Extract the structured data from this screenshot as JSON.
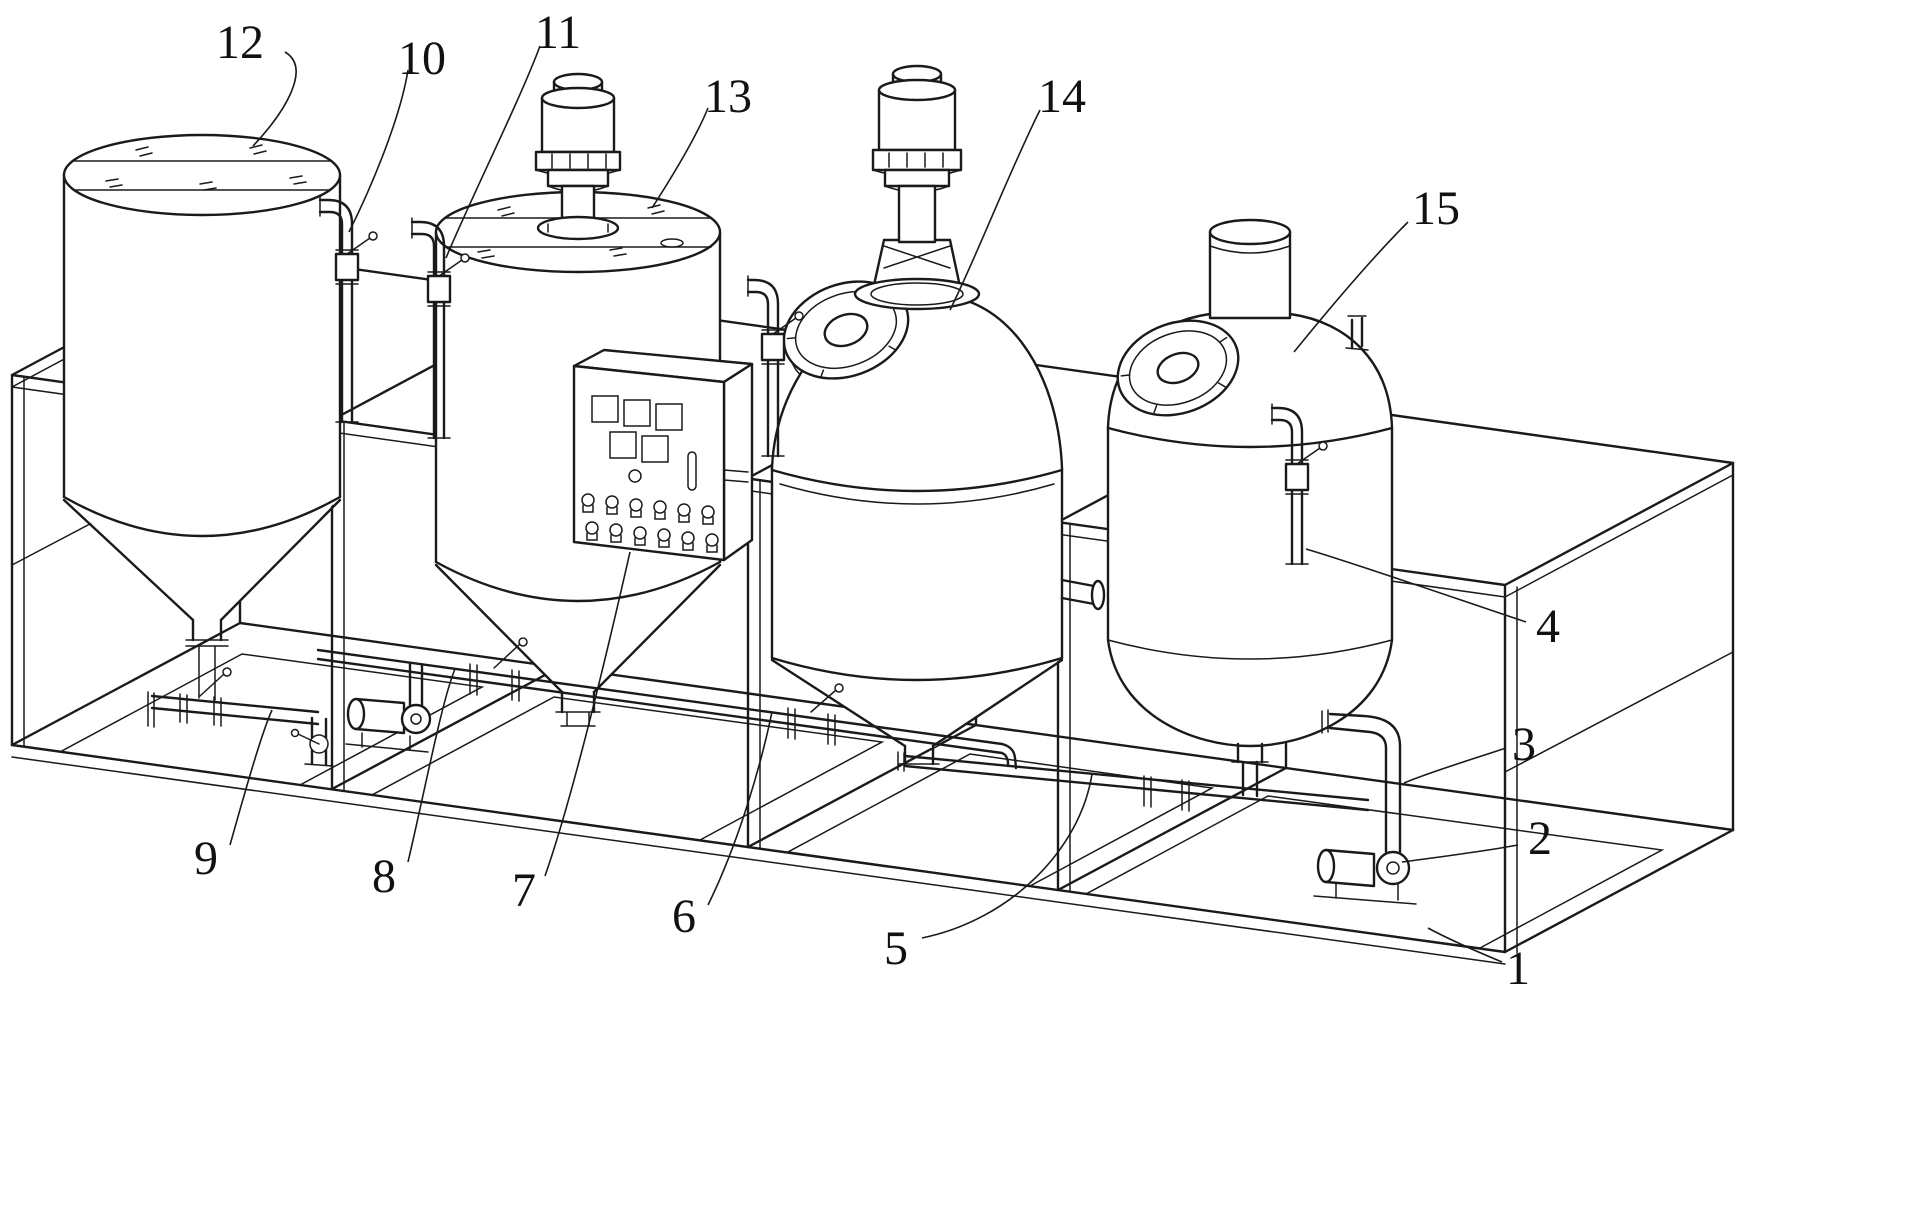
{
  "figure": {
    "background": "#ffffff",
    "line_color": "#1a1a1a",
    "label_color": "#111111"
  },
  "callouts": {
    "c1": "1",
    "c2": "2",
    "c3": "3",
    "c4": "4",
    "c5": "5",
    "c6": "6",
    "c7": "7",
    "c8": "8",
    "c9": "9",
    "c10": "10",
    "c11": "11",
    "c12": "12",
    "c13": "13",
    "c14": "14",
    "c15": "15"
  }
}
